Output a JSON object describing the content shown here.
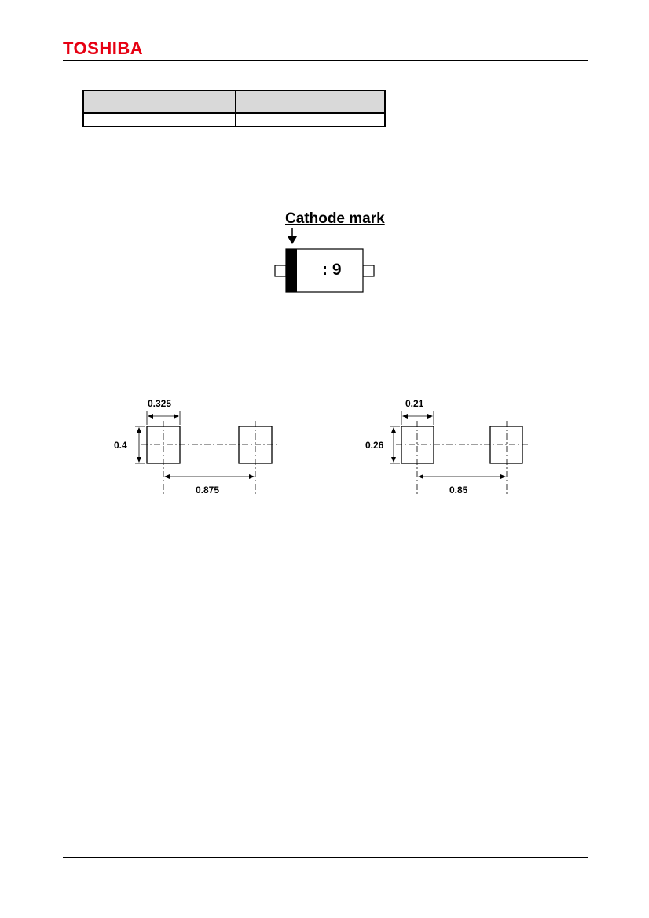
{
  "header": {
    "brand": "TOSHIBA",
    "brand_color": "#e60012"
  },
  "table": {
    "header_cells": [
      "",
      ""
    ],
    "row_cells": [
      "",
      ""
    ]
  },
  "marking": {
    "cathode_label": "Cathode mark",
    "code": ": 9"
  },
  "footprints": [
    {
      "pad_width": "0.325",
      "pad_height": "0.4",
      "pitch": "0.875"
    },
    {
      "pad_width": "0.21",
      "pad_height": "0.26",
      "pitch": "0.85"
    }
  ]
}
